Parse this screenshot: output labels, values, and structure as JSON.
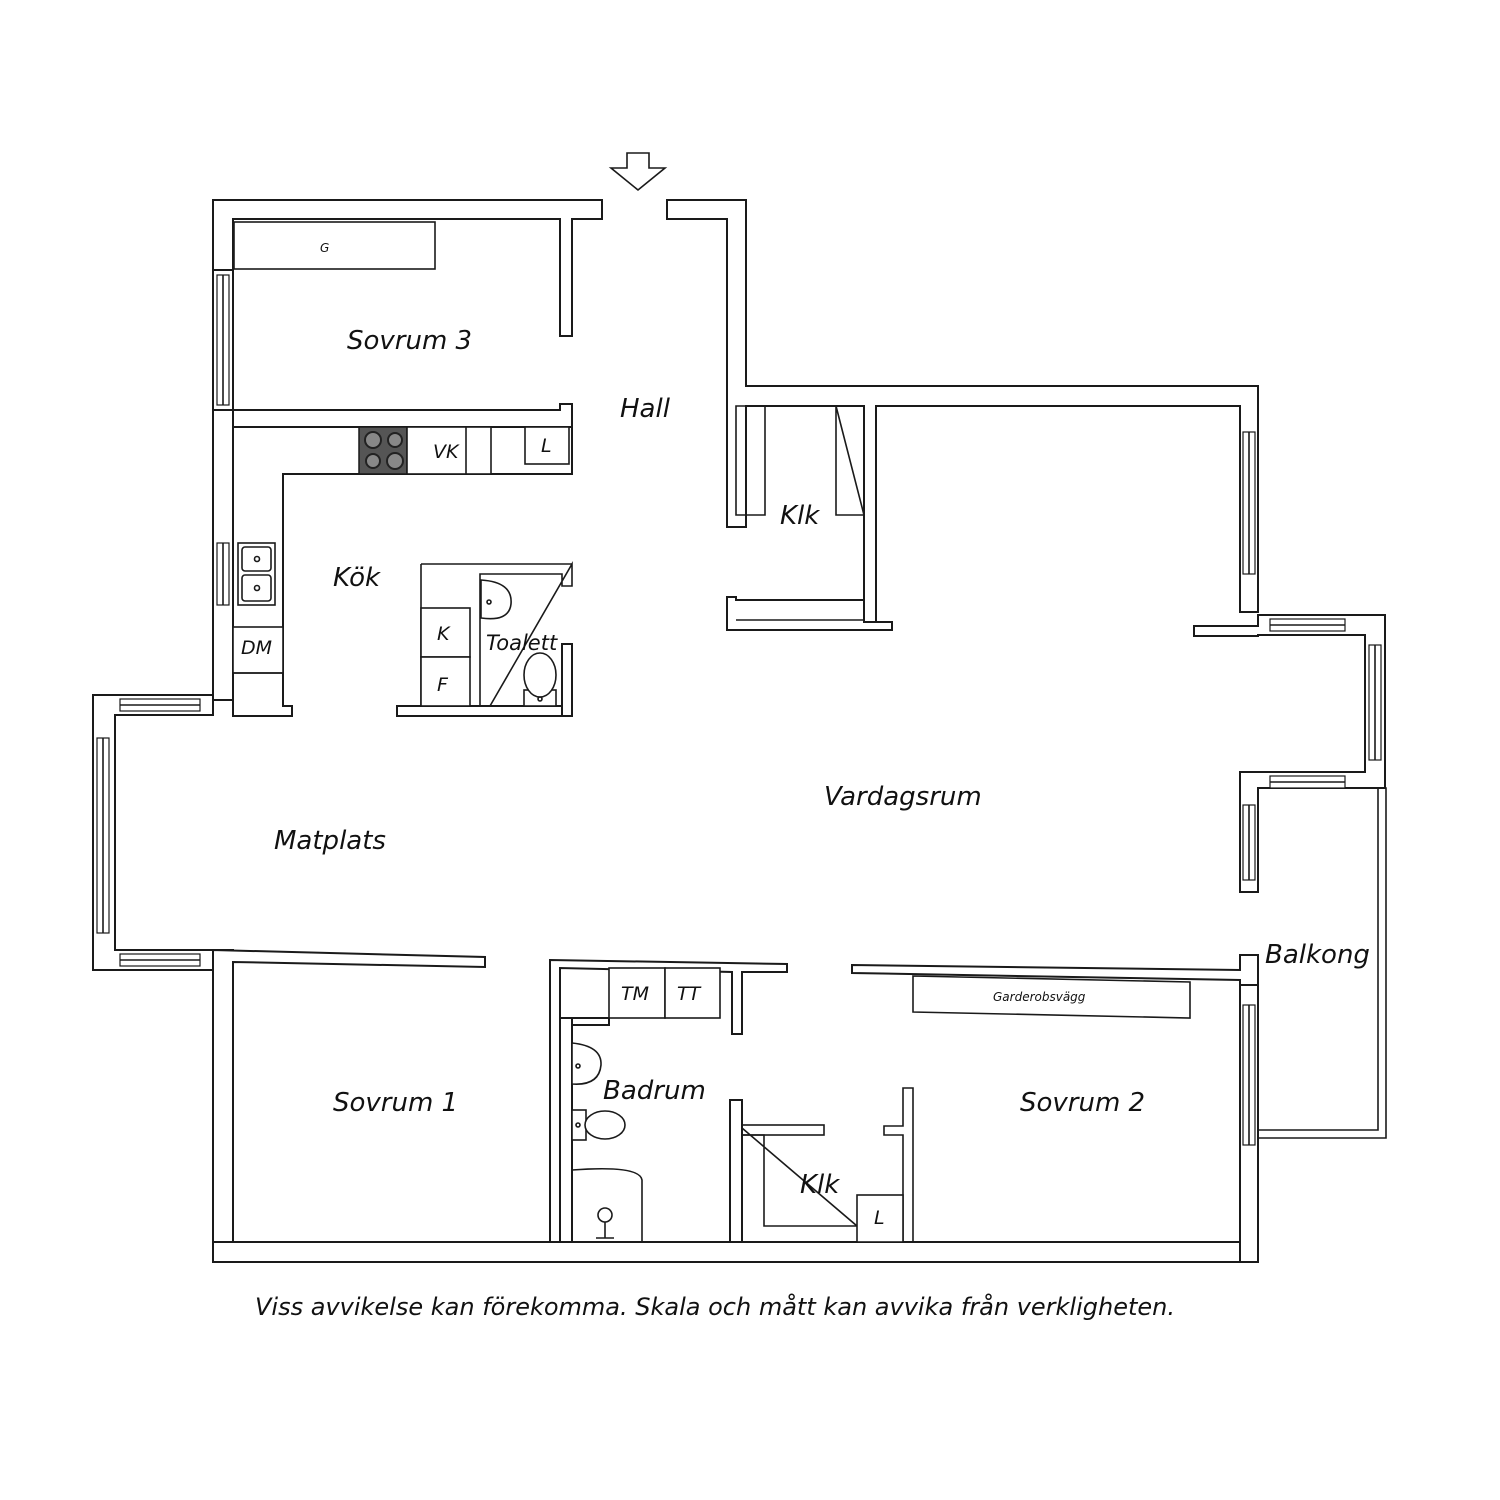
{
  "rooms": {
    "sovrum3": "Sovrum 3",
    "hall": "Hall",
    "klk_top": "Klk",
    "kok": "Kök",
    "toalett": "Toalett",
    "vardagsrum": "Vardagsrum",
    "matplats": "Matplats",
    "balkong": "Balkong",
    "sovrum1": "Sovrum 1",
    "badrum": "Badrum",
    "sovrum2": "Sovrum 2",
    "klk_bottom": "Klk"
  },
  "fixtures": {
    "g": "G",
    "vk": "VK",
    "l_kitchen": "L",
    "dm": "DM",
    "k": "K",
    "f": "F",
    "tm": "TM",
    "tt": "TT",
    "garderobsvagg": "Garderobsvägg",
    "l_closet": "L"
  },
  "disclaimer": "Viss avvikelse kan förekomma. Skala och mått kan avvika från verkligheten.",
  "icons": [
    "entrance-arrow-icon",
    "stove-icon",
    "sink-icon",
    "toilet-icon",
    "washbasin-icon",
    "shower-icon"
  ]
}
